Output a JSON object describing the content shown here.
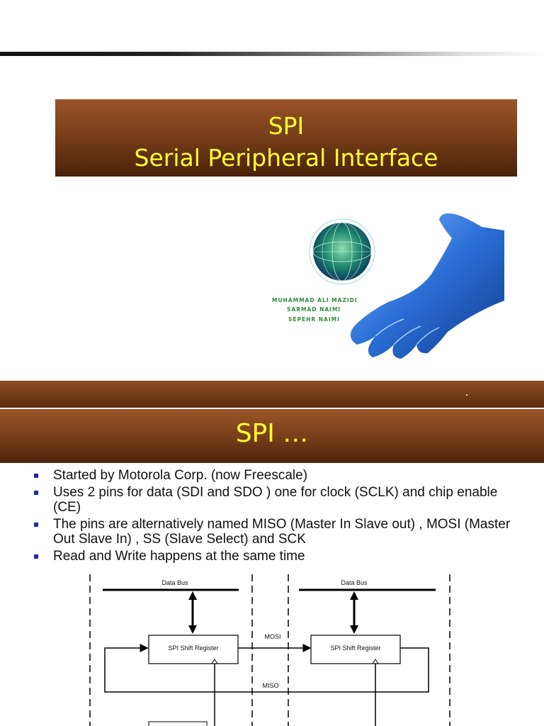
{
  "title_slide": {
    "title_line1": "SPI",
    "title_line2": "Serial Peripheral Interface",
    "authors": [
      "MUHAMMAD ALI MAZIDI",
      "SARMAD NAIMI",
      "SEPEHR NAIMI"
    ]
  },
  "slide2": {
    "title": "SPI …",
    "bullets": [
      "Started by Motorola Corp. (now Freescale)",
      "Uses 2 pins for data (SDI and SDO ) one for clock (SCLK) and chip enable (CE)",
      "The pins are alternatively named MISO (Master In Slave out) , MOSI (Master Out Slave In) , SS (Slave Select) and SCK",
      "Read and Write happens at the same time"
    ],
    "diagram": {
      "left_bus": "Data Bus",
      "right_bus": "Data Bus",
      "left_register": "SPI Shift Register",
      "right_register": "SPI Shift Register",
      "mosi": "MOSI",
      "miso": "MISO"
    }
  }
}
